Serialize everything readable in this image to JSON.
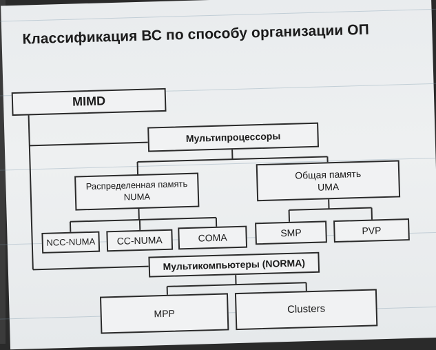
{
  "slide": {
    "title": "Классификация ВС по способу организации ОП"
  },
  "diagram": {
    "root": {
      "label": "MIMD"
    },
    "multiprocessors": {
      "label": "Мультипроцессоры"
    },
    "distributed_memory": {
      "label": "Распределенная память\nNUMA"
    },
    "shared_memory": {
      "label": "Общая память\nUMA"
    },
    "ncc_numa": {
      "label": "NCC-NUMA"
    },
    "cc_numa": {
      "label": "CC-NUMA"
    },
    "coma": {
      "label": "COMA"
    },
    "smp": {
      "label": "SMP"
    },
    "pvp": {
      "label": "PVP"
    },
    "multicomputers": {
      "label": "Мультикомпьютеры (NORMA)"
    },
    "mpp": {
      "label": "MPP"
    },
    "clusters": {
      "label": "Clusters"
    }
  },
  "colors": {
    "slide_background": "#eceff0",
    "box_border": "#2a2a2a",
    "text": "#1b1b1b"
  }
}
